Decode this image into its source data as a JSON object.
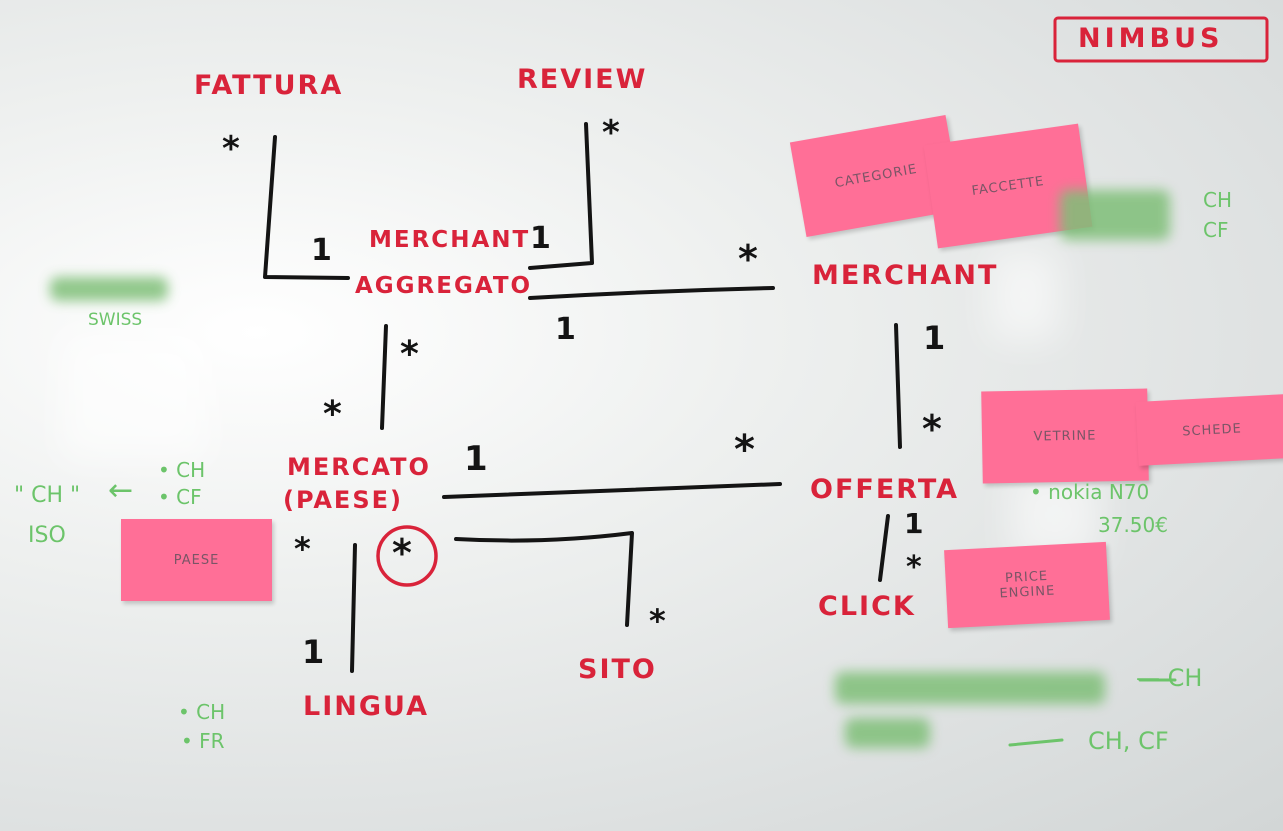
{
  "title": "NIMBUS",
  "entities": {
    "fattura": "FATTURA",
    "review": "REVIEW",
    "merchant_aggregato_1": "MERCHANT",
    "merchant_aggregato_2": "AGGREGATO",
    "merchant": "MERCHANT",
    "mercato_1": "MERCATO",
    "mercato_2": "(PAESE)",
    "offerta": "OFFERTA",
    "sito": "SITO",
    "lingua": "LINGUA",
    "click": "CLICK"
  },
  "cardinalities": {
    "fattura_many": "*",
    "fattura_one": "1",
    "review_many": "*",
    "review_one": "1",
    "merchant_many": "*",
    "agg_merchant_one": "1",
    "agg_mercato_many": "*",
    "mercato_agg_many": "*",
    "mercato_offerta_one": "1",
    "offerta_mercato_many": "*",
    "merchant_offerta_one": "1",
    "offerta_merchant_many": "*",
    "mercato_lingua_many": "*",
    "circled_many": "*",
    "sito_many": "*",
    "lingua_one": "1",
    "offerta_click_one": "1",
    "click_many": "*"
  },
  "stickies": {
    "categorie": "CATEGORIE",
    "faccette": "FACCETTE",
    "vetrine": "VETRINE",
    "schede": "SCHEDE",
    "paese": "PAESE",
    "price_engine": "PRICE\nENGINE"
  },
  "notes": {
    "swiss": "SWISS",
    "top_right_ch": "CH",
    "top_right_cf": "CF",
    "left_quote_ch": "\" CH \"",
    "left_iso": "ISO",
    "left_arrow": "←",
    "left_ch": "• CH",
    "left_cf": "• CF",
    "lingua_ch": "• CH",
    "lingua_fr": "• FR",
    "offer_line1": "• nokia N70",
    "offer_line2": "37.50€",
    "bottom_ch": "— CH",
    "bottom_ch_cf": "CH, CF"
  },
  "colors": {
    "red_marker": "#d9233a",
    "black_marker": "#141414",
    "green_marker": "#6cc46a",
    "sticky_pink": "#ff6f97"
  }
}
